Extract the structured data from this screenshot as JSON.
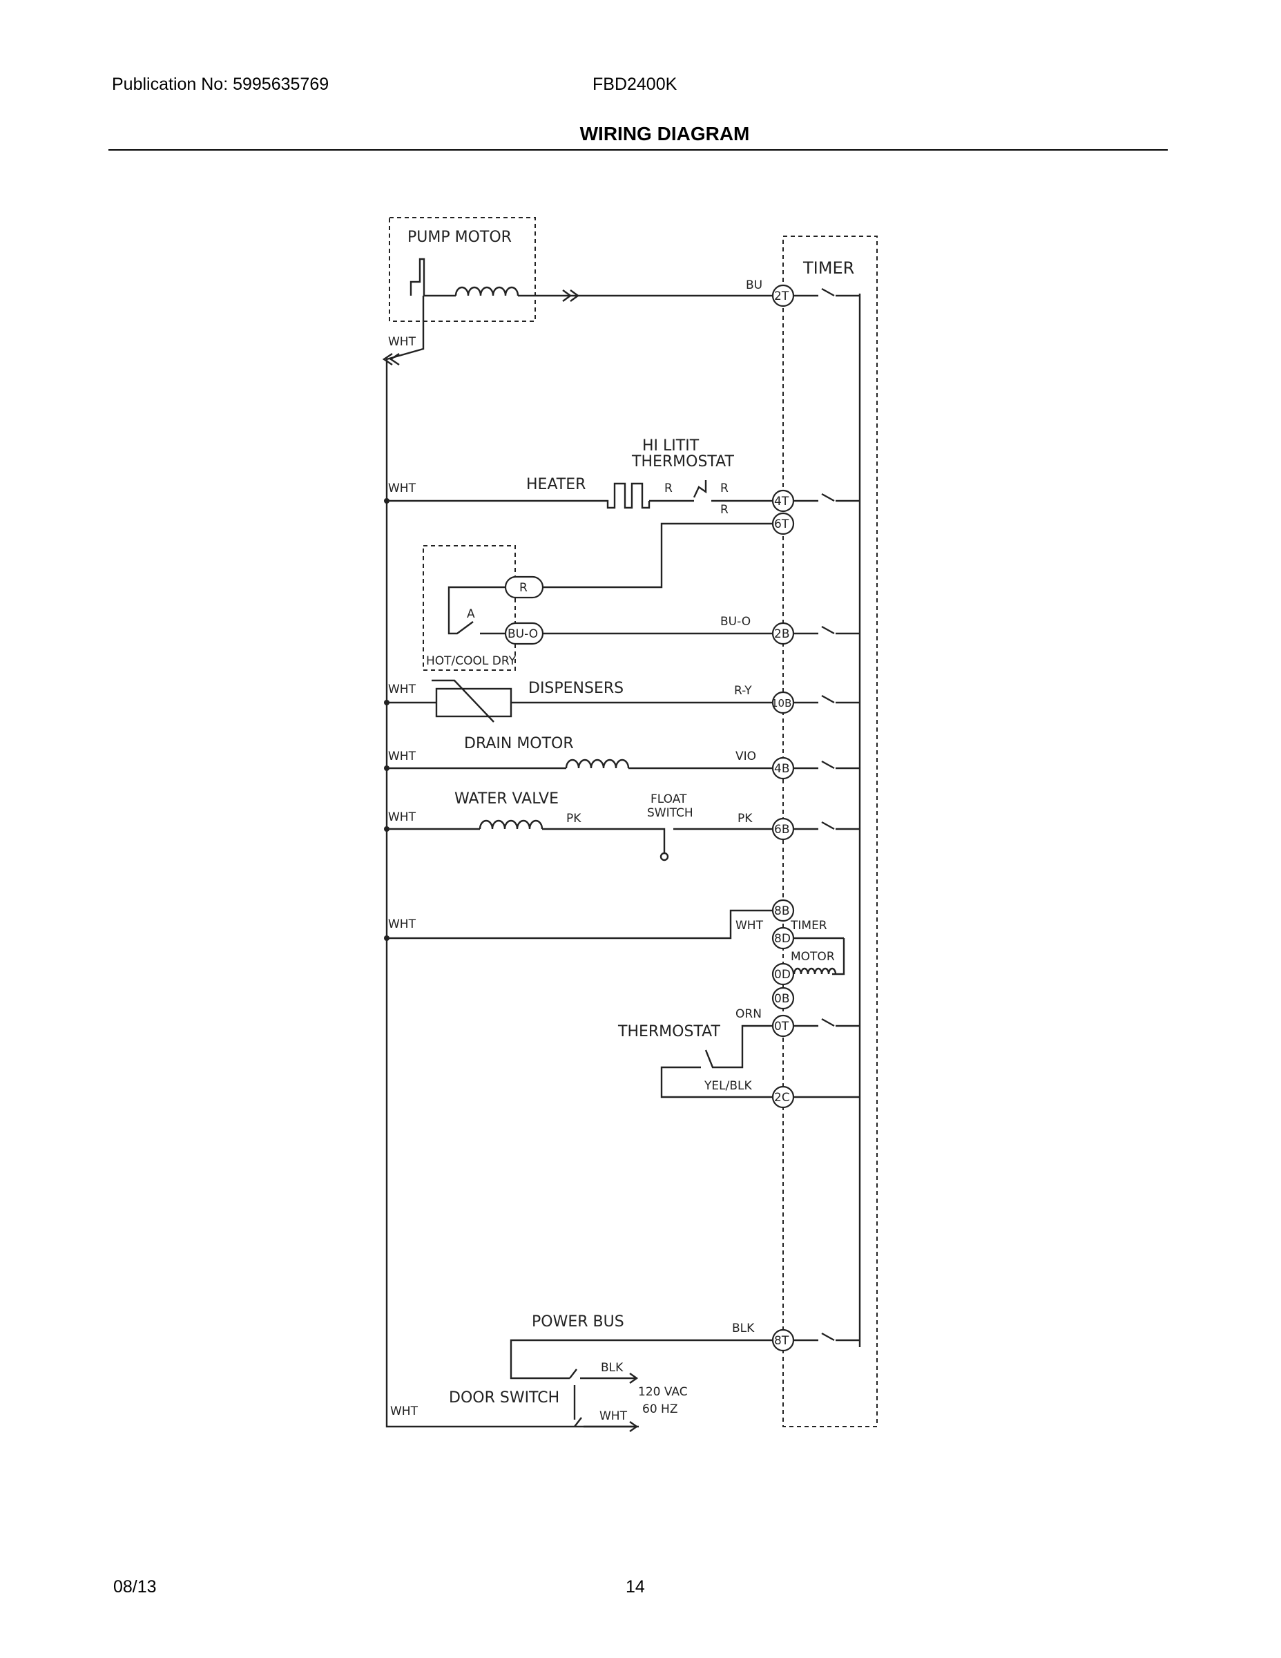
{
  "header": {
    "publication": "Publication No: 5995635769",
    "model": "FBD2400K",
    "title": "WIRING DIAGRAM"
  },
  "footer": {
    "date": "08/13",
    "page": "14"
  },
  "diagram": {
    "components": {
      "pump_motor": "PUMP MOTOR",
      "timer": "TIMER",
      "hi_limit_thermostat_1": "HI LITIT",
      "hi_limit_thermostat_2": "THERMOSTAT",
      "heater": "HEATER",
      "hot_cool_dry": "HOT/COOL DRY",
      "dispensers": "DISPENSERS",
      "drain_motor": "DRAIN MOTOR",
      "water_valve": "WATER VALVE",
      "float_switch_1": "FLOAT",
      "float_switch_2": "SWITCH",
      "timer_motor_1": "TIMER",
      "timer_motor_2": "MOTOR",
      "thermostat": "THERMOSTAT",
      "power_bus": "POWER BUS",
      "door_switch": "DOOR SWITCH",
      "supply_1": "120 VAC",
      "supply_2": "60 HZ",
      "switch_a": "A"
    },
    "wire_colors": {
      "wht": "WHT",
      "bu": "BU",
      "r": "R",
      "bu_o": "BU-O",
      "r_y": "R-Y",
      "vio": "VIO",
      "pk": "PK",
      "orn": "ORN",
      "yel_blk": "YEL/BLK",
      "blk": "BLK"
    },
    "terminals": {
      "t2t": "2T",
      "t4t": "4T",
      "t6t": "6T",
      "t2b": "2B",
      "t10b": "10B",
      "t4b": "4B",
      "t6b": "6B",
      "t8b": "8B",
      "t8d": "8D",
      "t0d": "0D",
      "t0b": "0B",
      "t0t": "0T",
      "t2c": "2C",
      "t8t": "8T",
      "hc_r": "R",
      "hc_buo": "BU-O"
    }
  }
}
